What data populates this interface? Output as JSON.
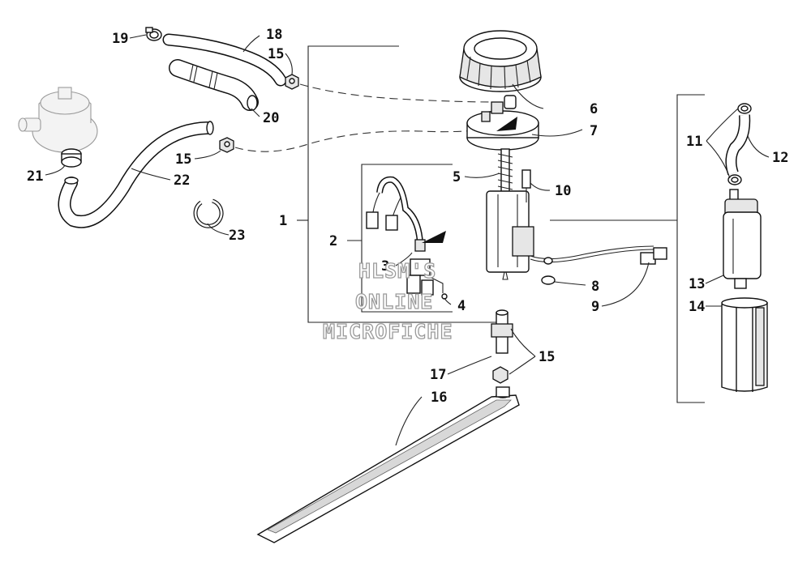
{
  "labels": {
    "l1": "1",
    "l2": "2",
    "l3": "3",
    "l4": "4",
    "l5": "5",
    "l6": "6",
    "l7": "7",
    "l8": "8",
    "l9": "9",
    "l10": "10",
    "l11": "11",
    "l12": "12",
    "l13": "13",
    "l14": "14",
    "l15a": "15",
    "l15b": "15",
    "l15c": "15",
    "l16": "16",
    "l17": "17",
    "l18": "18",
    "l19": "19",
    "l20": "20",
    "l21": "21",
    "l22": "22",
    "l23": "23"
  },
  "watermark": {
    "line1": "HLSM'S",
    "line2": "ONLINE",
    "line3": "MICROFICHE"
  }
}
